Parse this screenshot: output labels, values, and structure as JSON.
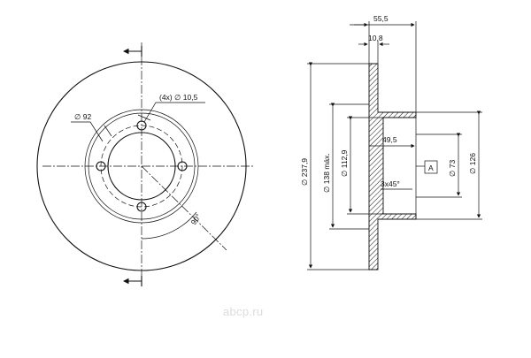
{
  "drawing": {
    "front_view": {
      "bolt_holes_label": "(4x) ∅ 10,5",
      "pcd_label": "∅ 92",
      "angle_label": "90°"
    },
    "section_view": {
      "overall_width": "55,5",
      "disc_thickness": "10,8",
      "outer_diameter": "∅ 237,9",
      "friction_max_diameter": "∅ 138 máx.",
      "hub_diameter": "∅ 112,9",
      "hat_depth": "49,5",
      "chamfer": "3x45°",
      "datum": "A",
      "center_bore": "∅ 73",
      "hub_outer": "∅ 126"
    }
  },
  "watermark": {
    "logo_text": "abcp.ru"
  }
}
